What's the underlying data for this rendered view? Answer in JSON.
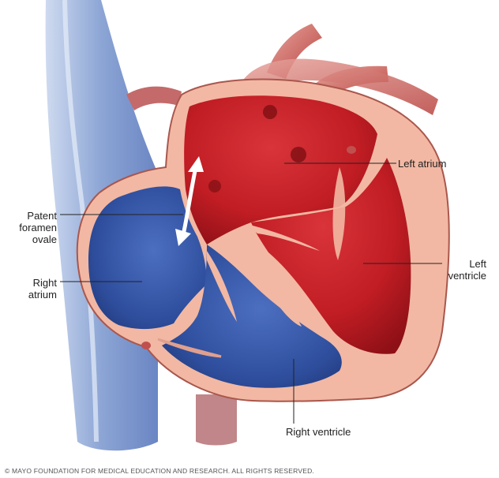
{
  "labels": {
    "left_atrium": "Left atrium",
    "patent_foramen_ovale": [
      "Patent",
      "foramen",
      "ovale"
    ],
    "left_ventricle": [
      "Left",
      "ventricle"
    ],
    "right_atrium": [
      "Right",
      "atrium"
    ],
    "right_ventricle": "Right ventricle"
  },
  "copyright": "© MAYO FOUNDATION FOR MEDICAL EDUCATION AND RESEARCH. ALL RIGHTS RESERVED.",
  "colors": {
    "oxygenated_blood": "#c41e24",
    "deoxygenated_blood": "#2f4f9e",
    "heart_wall": "#f2b8a3",
    "vessel_blue": "#8aa6d6",
    "leader_line": "#222222"
  }
}
